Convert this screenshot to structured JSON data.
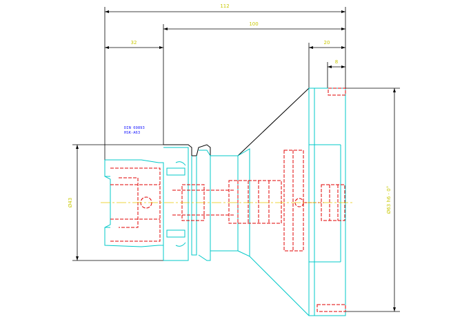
{
  "drawing": {
    "label_lines": [
      "DIN 69893",
      "HSK-A63"
    ],
    "dimensions": {
      "overall_length": "112",
      "body_length": "100",
      "left_segment": "32",
      "flange_width": "20",
      "slot_width": "8",
      "left_diameter": "Ø43",
      "right_diameter": "Ø63 h6 - 0°"
    },
    "colors": {
      "outline": "#000000",
      "contour": "#00c8c8",
      "hidden": "#e00000",
      "dimension_text": "#c8c800",
      "label": "#1a1aff",
      "centerline": "#e8c800"
    }
  }
}
